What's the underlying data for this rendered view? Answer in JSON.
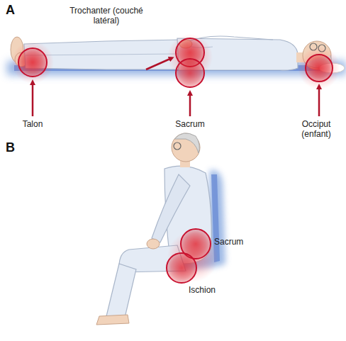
{
  "diagram": {
    "labels": [
      "A",
      "Trochanter (couché latéral)",
      "Talon",
      "Sacrum",
      "Occiput (enfant)",
      "B",
      "Sacrum",
      "Ischion"
    ]
  }
}
